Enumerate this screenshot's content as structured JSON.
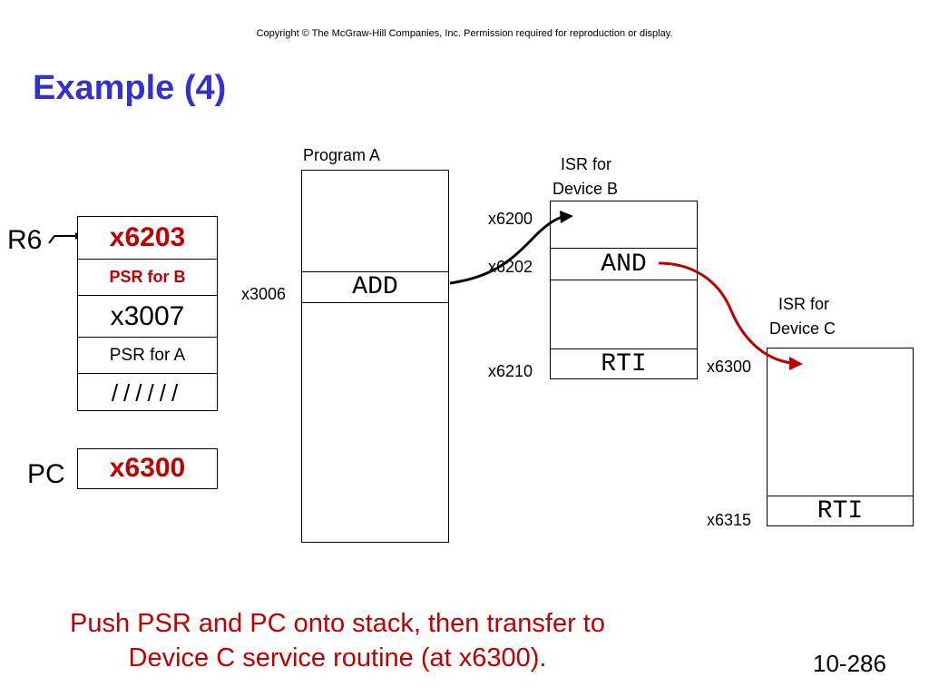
{
  "copyright": "Copyright © The McGraw-Hill Companies, Inc.  Permission required for reproduction or display.",
  "title": "Example (4)",
  "stack": {
    "pointer_label": "R6",
    "cells": [
      "x6203",
      "PSR for B",
      "x3007",
      "PSR for A",
      "//////"
    ]
  },
  "pc": {
    "label": "PC",
    "value": "x6300"
  },
  "program_a": {
    "header": "Program A",
    "addr": "x3006",
    "instr": "ADD"
  },
  "isr_b": {
    "header_line1": "ISR for",
    "header_line2": "Device B",
    "addr_start": "x6200",
    "addr_and": "x6202",
    "addr_rti": "x6210",
    "instr_and": "AND",
    "instr_rti": "RTI"
  },
  "isr_c": {
    "header_line1": "ISR for",
    "header_line2": "Device C",
    "addr_start": "x6300",
    "addr_rti": "x6315",
    "instr_rti": "RTI"
  },
  "caption_line1": "Push PSR and PC onto stack, then transfer to",
  "caption_line2": "Device C service routine (at x6300).",
  "slide_number": "10-286",
  "colors": {
    "title": "#3333cc",
    "highlight": "#c00000",
    "line": "#000000"
  }
}
